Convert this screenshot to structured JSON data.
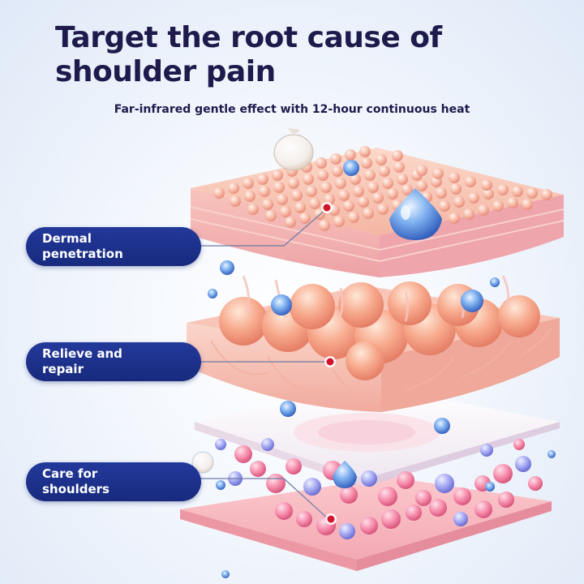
{
  "header": {
    "title": "Target the root cause of shoulder pain",
    "subtitle": "Far-infrared gentle effect with 12-hour continuous heat"
  },
  "labels": [
    {
      "text": "Dermal\npenetration",
      "icon": "dermis-layer"
    },
    {
      "text": "Relieve and\nrepair",
      "icon": "tissue-layer"
    },
    {
      "text": "Care for\nshoulders",
      "icon": "muscle-layer"
    }
  ],
  "colors": {
    "label_background": "#1b2f88",
    "headline": "#1e1a4c",
    "pointer_dot": "#d3152b",
    "skin_pink": "#f6b8ad",
    "droplet_blue": "#3b6fd0"
  }
}
